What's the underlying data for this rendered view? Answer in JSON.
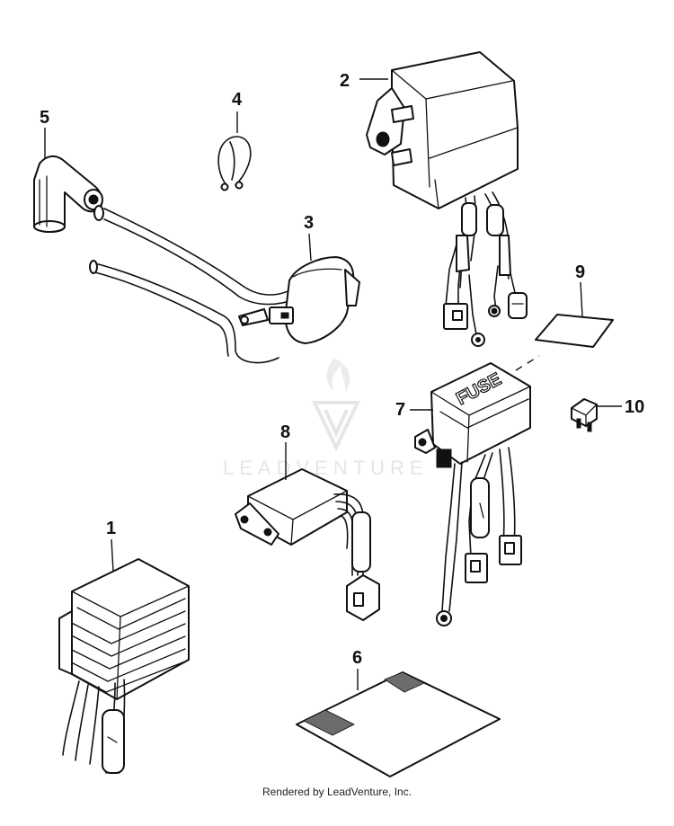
{
  "callouts": {
    "c1": "1",
    "c2": "2",
    "c3": "3",
    "c4": "4",
    "c5": "5",
    "c6": "6",
    "c7": "7",
    "c8": "8",
    "c9": "9",
    "c10": "10"
  },
  "fuse_box_label": "FUSE",
  "watermark": "LEADVENTURE",
  "footer": "Rendered by LeadVenture, Inc."
}
